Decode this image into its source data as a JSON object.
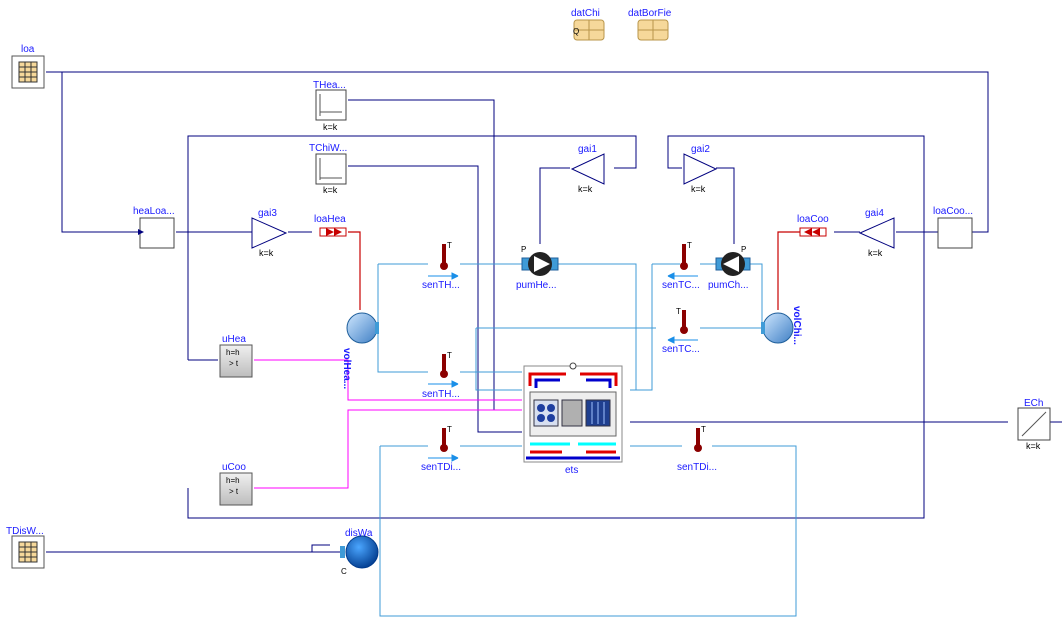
{
  "components": {
    "datChi": {
      "name": "datChi"
    },
    "datBorFie": {
      "name": "datBorFie"
    },
    "loa": {
      "name": "loa"
    },
    "THea": {
      "name": "THea...",
      "param": "k=k"
    },
    "TChiW": {
      "name": "TChiW...",
      "param": "k=k"
    },
    "gai1": {
      "name": "gai1",
      "param": "k=k"
    },
    "gai2": {
      "name": "gai2",
      "param": "k=k"
    },
    "gai3": {
      "name": "gai3",
      "param": "k=k"
    },
    "gai4": {
      "name": "gai4",
      "param": "k=k"
    },
    "heaLoa": {
      "name": "heaLoa..."
    },
    "loaCoo_ratio": {
      "name": "loaCoo..."
    },
    "loaHea": {
      "name": "loaHea"
    },
    "loaCoo": {
      "name": "loaCoo"
    },
    "senTH1": {
      "name": "senTH..."
    },
    "senTH2": {
      "name": "senTH..."
    },
    "senTC1": {
      "name": "senTC..."
    },
    "senTC2": {
      "name": "senTC..."
    },
    "senTDi1": {
      "name": "senTDi..."
    },
    "senTDi2": {
      "name": "senTDi..."
    },
    "pumHe": {
      "name": "pumHe..."
    },
    "pumCh": {
      "name": "pumCh..."
    },
    "volHea": {
      "name": "volHea..."
    },
    "volChi": {
      "name": "volChi..."
    },
    "uHea": {
      "name": "uHea",
      "line1": "h=h",
      "line2": "> t"
    },
    "uCoo": {
      "name": "uCoo",
      "line1": "h=h",
      "line2": "> t"
    },
    "ets": {
      "name": "ets"
    },
    "ECh": {
      "name": "ECh",
      "param": "k=k"
    },
    "TDisW": {
      "name": "TDisW..."
    },
    "disWa": {
      "name": "disWa"
    }
  },
  "glyphs": {
    "T": "T",
    "P": "P",
    "Q": "Q",
    "C": "C"
  },
  "colors": {
    "signal_real": "#00007f",
    "signal_bool": "#ff00ff",
    "fluid": "#3f9bd7",
    "heat_port": "#c80000",
    "sensor": "#8b0000",
    "label": "#1a1aff",
    "table_fill": "#f6d89a"
  }
}
